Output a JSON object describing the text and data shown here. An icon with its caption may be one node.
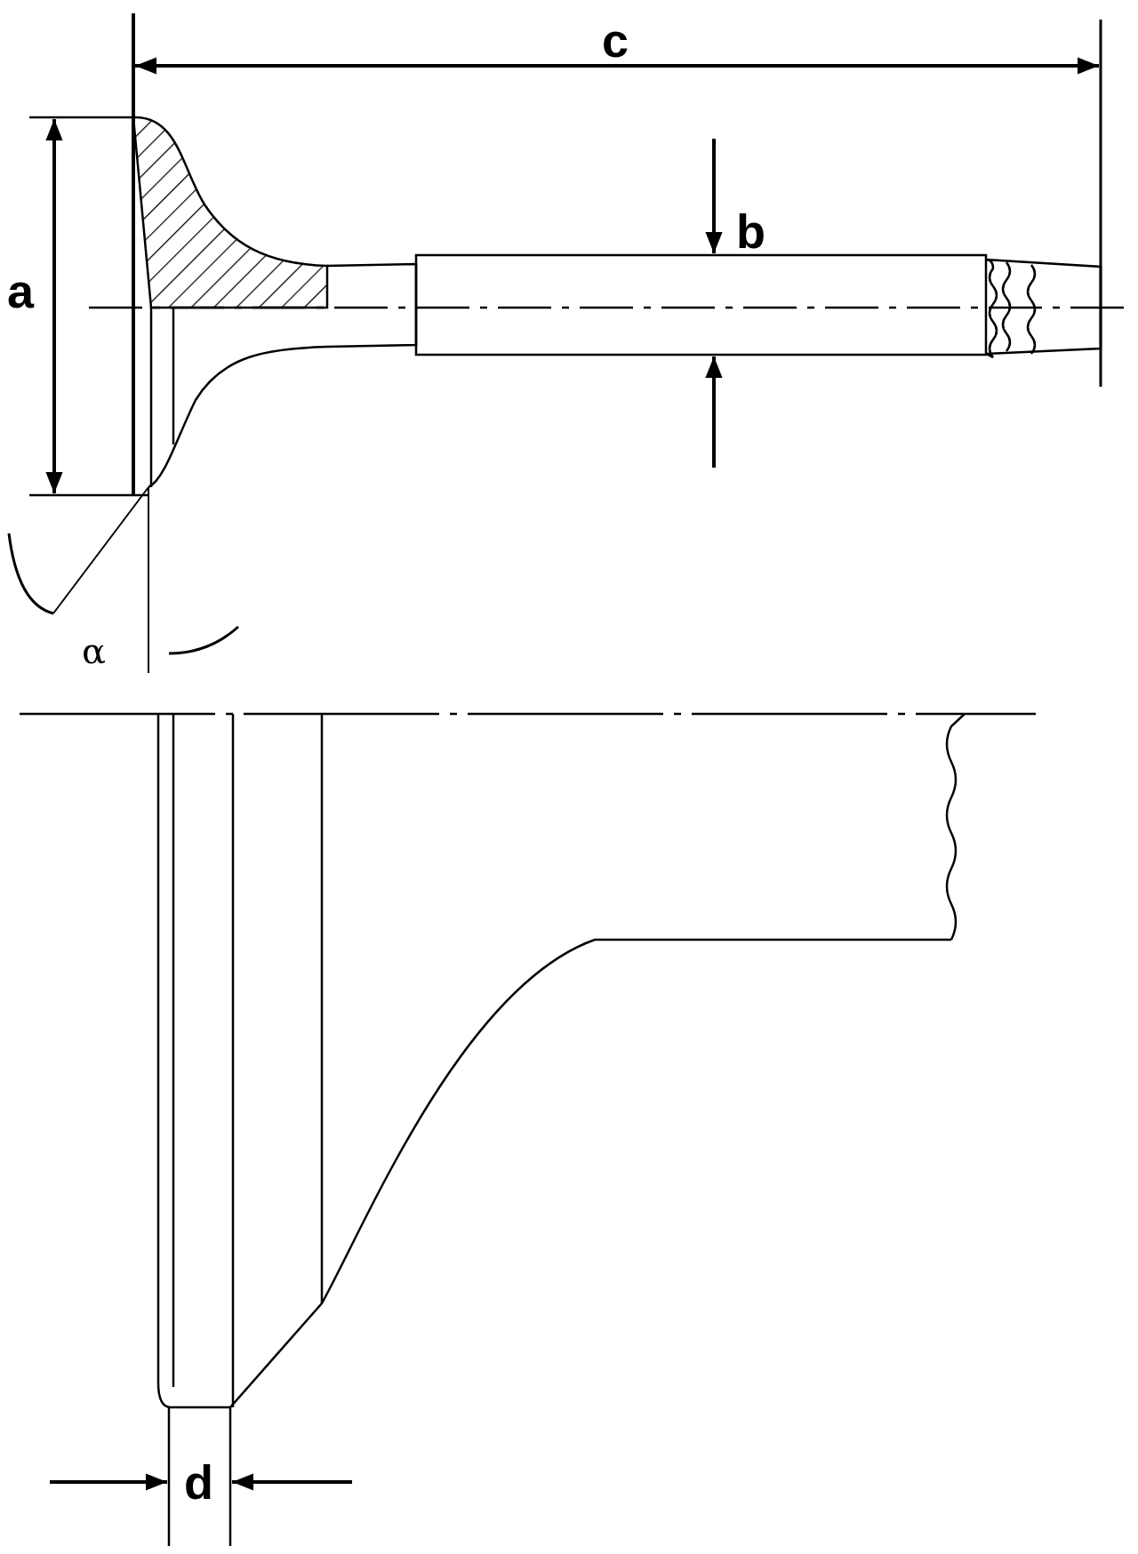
{
  "diagram": {
    "labels": [
      "c",
      "b",
      "a",
      "α",
      "d"
    ]
  }
}
